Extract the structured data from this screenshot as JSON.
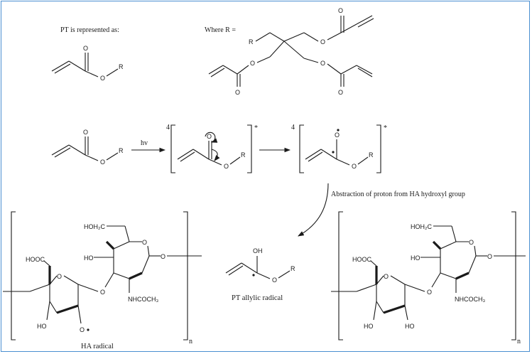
{
  "intro": {
    "pt_label": "PT is represented as:",
    "where_label": "Where R ="
  },
  "atoms": {
    "O": "O",
    "R": "R"
  },
  "reaction": {
    "multiplicity": "4",
    "excited": "*",
    "light": "hv",
    "abstraction_label": "Abstraction of proton from HA hydroxyl group"
  },
  "ha": {
    "hooc": "HOOC",
    "ho": "HO",
    "hoh2c": "HOH₂C",
    "nhcoch3": "NHCOCH₃",
    "subscript_n": "n",
    "radical_label": "HA radical"
  },
  "pt_radical": {
    "oh": "OH",
    "label": "PT allylic radical"
  },
  "colors": {
    "border": "#4a8fd1",
    "ink": "#1a1a1a"
  }
}
